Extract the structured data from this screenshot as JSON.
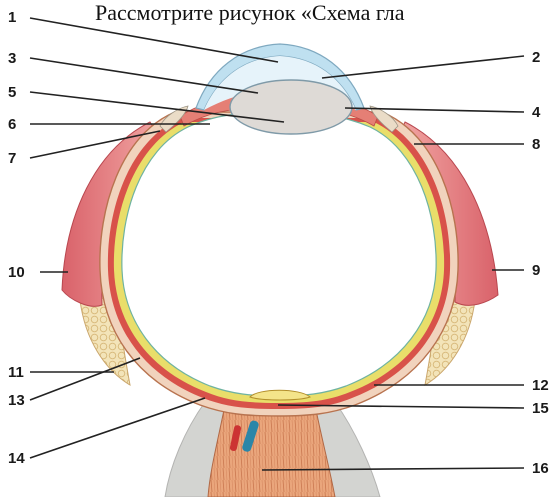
{
  "title": "Рассмотрите рисунок «Схема гла",
  "labels": {
    "l1": "1",
    "l2": "2",
    "l3": "3",
    "l4": "4",
    "l5": "5",
    "l6": "6",
    "l7": "7",
    "l8": "8",
    "l9": "9",
    "l10": "10",
    "l11": "11",
    "l12": "12",
    "l13": "13",
    "l14": "14",
    "l15": "15",
    "l16": "16"
  },
  "colors": {
    "cornea": "#bfe0f0",
    "lens": "#dedad6",
    "sclera": "#f1d3bd",
    "choroid": "#d8524a",
    "retina": "#e9de6a",
    "fat": "#efdca6",
    "muscle": "#e3888b",
    "nerve": "#e8a57d"
  }
}
